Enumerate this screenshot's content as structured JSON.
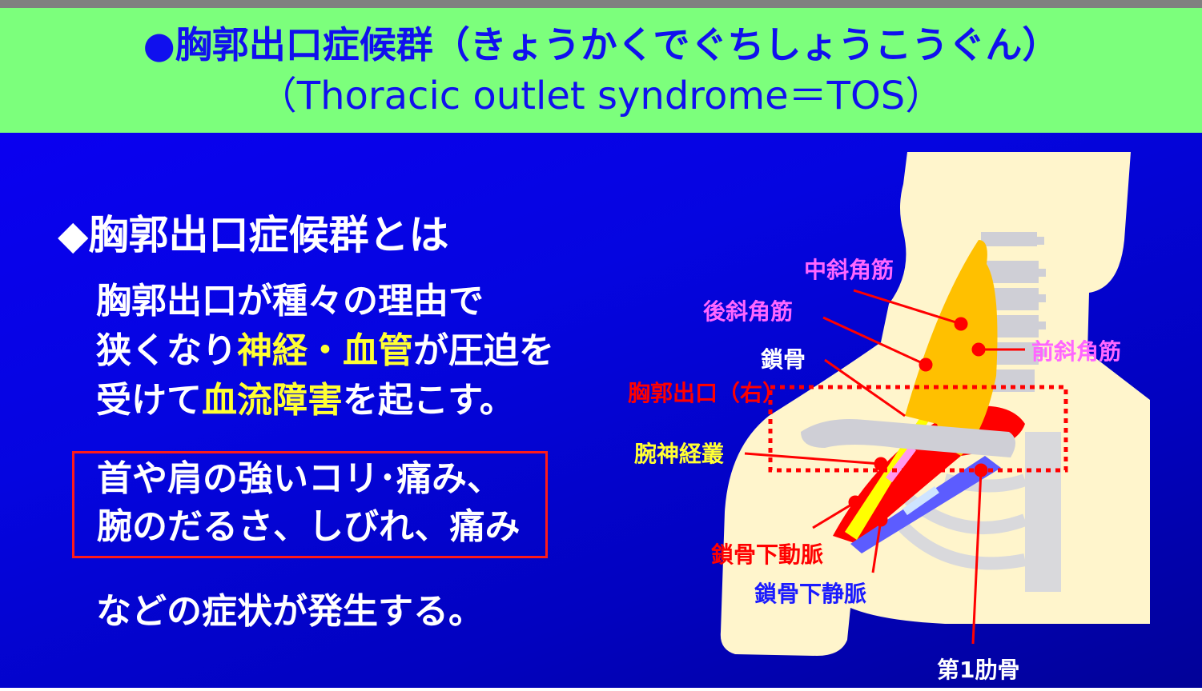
{
  "slide": {
    "title": {
      "line1": "●胸郭出口症候群（きょうかくでぐちしょうこうぐん）",
      "line2": "（Thoracic outlet syndrome＝TOS）"
    },
    "section_heading": "◆胸郭出口症候群とは",
    "description": {
      "line1": "胸郭出口が種々の理由で",
      "line2_parts": [
        "狭くなり",
        "神経・血管",
        "が圧迫を"
      ],
      "line3_parts": [
        "受けて",
        "血流障害",
        "を起こす。"
      ]
    },
    "symptoms": {
      "line1": "首や肩の強いコリ･痛み、",
      "line2": "腕のだるさ、しびれ、痛み"
    },
    "conclusion": "などの症状が発生する。"
  },
  "diagram": {
    "labels": {
      "middle_scalene": "中斜角筋",
      "posterior_scalene": "後斜角筋",
      "anterior_scalene": "前斜角筋",
      "clavicle": "鎖骨",
      "thoracic_outlet": "胸郭出口（右）",
      "brachial_plexus": "腕神経叢",
      "subclavian_artery": "鎖骨下動脈",
      "subclavian_vein": "鎖骨下静脈",
      "first_rib": "第1肋骨"
    }
  },
  "colors": {
    "title_bg": "#7cff7c",
    "title_text": "#1010ee",
    "body_bg": "#0505e0",
    "highlight": "#ffff33",
    "box_border": "#ff1a1a",
    "skin": "#fff5cc",
    "bone": "#cfcfd6",
    "muscle": "#ffc000",
    "artery": "#ff0000",
    "vein": "#5c5cff",
    "nerve": "#ffff00",
    "label_pink": "#ff66ff",
    "label_red": "#ff0000",
    "label_yellow": "#ffff33",
    "label_blue": "#1a1aff",
    "label_white": "#ffffff"
  }
}
